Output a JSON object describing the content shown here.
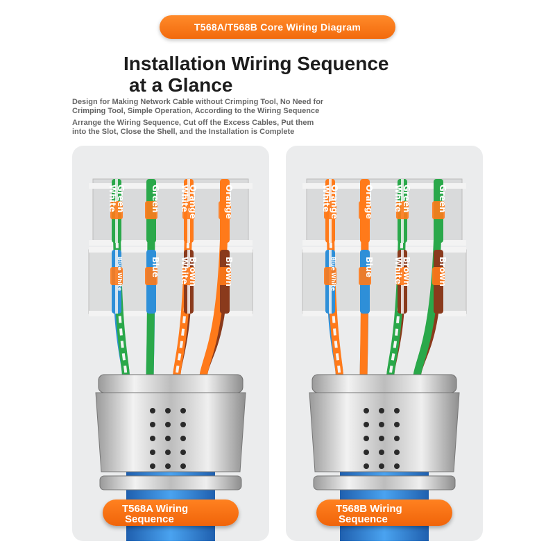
{
  "banner": {
    "title": "T568A/T568B Core Wiring Diagram"
  },
  "headline": {
    "line1": "Installation Wiring Sequence",
    "line2": "at a Glance"
  },
  "description": {
    "p1_line1": "Design for Making Network Cable without Crimping Tool, No Need for",
    "p1_line2": "Crimping Tool, Simple Operation, According to the Wiring Sequence",
    "p2_line1": "Arrange the Wiring Sequence, Cut off the Excess Cables, Put them",
    "p2_line2": "into the Slot, Close the Shell, and the Installation is Complete"
  },
  "colors": {
    "accent": "#f26a0c",
    "green": "#2aa84a",
    "orange": "#ff7a1a",
    "blue": "#2e8fd8",
    "brown": "#8a3a1c",
    "white": "#f4f4f4",
    "cable": "#2f7fd6"
  },
  "panels": [
    {
      "name": "t568a",
      "label_line1": "T568A Wiring",
      "label_line2": "Sequence",
      "top_wires": [
        {
          "label_a": "Green",
          "label_b": "White",
          "color": "green",
          "striped": true
        },
        {
          "label_a": "Green",
          "label_b": "",
          "color": "green",
          "striped": false
        },
        {
          "label_a": "Orange",
          "label_b": "White",
          "color": "orange",
          "striped": true
        },
        {
          "label_a": "Orange",
          "label_b": "",
          "color": "orange",
          "striped": false
        }
      ],
      "bottom_wires": [
        {
          "label_a": "Blue White",
          "label_b": "",
          "color": "blue",
          "striped": true,
          "small": true
        },
        {
          "label_a": "Blue",
          "label_b": "",
          "color": "blue",
          "striped": false
        },
        {
          "label_a": "Brown",
          "label_b": "White",
          "color": "brown",
          "striped": true
        },
        {
          "label_a": "Brown",
          "label_b": "",
          "color": "brown",
          "striped": false
        }
      ]
    },
    {
      "name": "t568b",
      "label_line1": "T568B Wiring",
      "label_line2": "Sequence",
      "top_wires": [
        {
          "label_a": "Orange",
          "label_b": "White",
          "color": "orange",
          "striped": true
        },
        {
          "label_a": "Orange",
          "label_b": "",
          "color": "orange",
          "striped": false
        },
        {
          "label_a": "Green",
          "label_b": "White",
          "color": "green",
          "striped": true
        },
        {
          "label_a": "Green",
          "label_b": "",
          "color": "green",
          "striped": false
        }
      ],
      "bottom_wires": [
        {
          "label_a": "Blue White",
          "label_b": "",
          "color": "blue",
          "striped": true,
          "small": true
        },
        {
          "label_a": "Blue",
          "label_b": "",
          "color": "blue",
          "striped": false
        },
        {
          "label_a": "Brown",
          "label_b": "White",
          "color": "brown",
          "striped": true
        },
        {
          "label_a": "Brown",
          "label_b": "",
          "color": "brown",
          "striped": false
        }
      ]
    }
  ]
}
